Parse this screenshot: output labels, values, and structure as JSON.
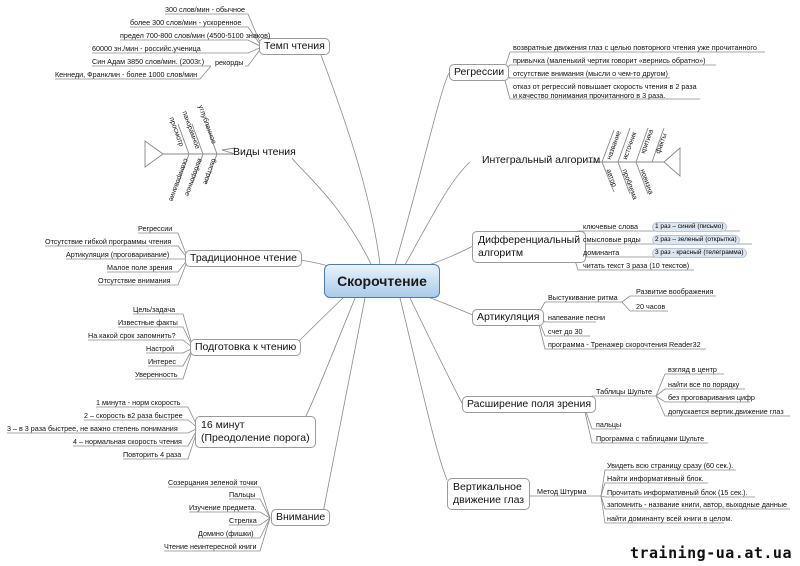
{
  "center": "Скорочтение",
  "watermark": "training-ua.at.ua",
  "left": {
    "temp": {
      "title": "Темп чтения",
      "items": [
        "300 слов/мин - обычное",
        "более 300 слов/мин - ускоренное",
        "предел 700-800 слов/мин (4500-5100 знаков)",
        "60000 зн./мин - российс.учен­ица",
        "Син Адам 3850 слов/мин. (2003г.)",
        "Кеннеди, Франклин - более 1000 слов/мин"
      ],
      "records": "рекорды"
    },
    "vidy": {
      "title": "Виды чтения",
      "upper": [
        "углубленное",
        "панорамное",
        "просмотр"
      ],
      "lower": [
        "быстрое",
        "выборочное",
        "сканирование"
      ]
    },
    "trad": {
      "title": "Традиционное чтение",
      "items": [
        "Регрессии",
        "Отсутствие гибкой программы чтения",
        "Артикуляция (проговаривание)",
        "Малое поле зрения",
        "Отсутствие внимания"
      ]
    },
    "podg": {
      "title": "Подготовка к чтению",
      "items": [
        "Цель/задача",
        "Известные факты",
        "На какой срок запомнить?",
        "Настрой",
        "Интерес",
        "Уверенность"
      ]
    },
    "min16": {
      "title1": "16 минут",
      "title2": "(Преодоление порога)",
      "items": [
        "1 минута - норм скорость",
        "2 – скорость в2 раза быстрее",
        "3 – в 3 раза быстрее, не важно степень понимания",
        "4 – нормальная скорость чтения",
        "Повторить 4 раза"
      ]
    },
    "vnim": {
      "title": "Внимание",
      "items": [
        "Созерцания зеленой точки",
        "Пальцы",
        "Изучение предмета.",
        "Стрелка",
        "Домино (фишки)",
        "Чтение неинтересной книги"
      ]
    }
  },
  "right": {
    "regr": {
      "title": "Регрессии",
      "items": [
        "возвратные движения глаз с целью повторного чтения уже прочитанного",
        "привычка (маленький чертик говорит «вернись обратно»)",
        "отсутствие внимания (мысли о чем-то другом)",
        "отказ от регрессий повышает скорость чтения в 2 раза",
        "и качество понимания прочитанного в 3 раза."
      ]
    },
    "integr": {
      "title": "Интегральный алгоритм",
      "upper": [
        "название",
        "источник",
        "критика",
        "факты"
      ],
      "lower": [
        "автор",
        "проблема",
        "новизна"
      ]
    },
    "diff": {
      "title1": "Дифференциальный",
      "title2": "алгоритм",
      "rows": [
        {
          "label": "ключевые слова",
          "note": "1 раз – синий  (письмо)"
        },
        {
          "label": "смысловые ряды",
          "note": "2 раз – зеленый (открытка)"
        },
        {
          "label": "доминанта",
          "note": "3 раз - красный (телеграмма)"
        },
        {
          "label": "читать текст 3 раза (10 текстов)",
          "note": ""
        }
      ]
    },
    "artik": {
      "title": "Артикуляция",
      "rhythm": "Выстукивание ритма",
      "rhythmItems": [
        "Развитие воображения",
        "20 часов"
      ],
      "items": [
        "напевание песни",
        "счет до 30",
        "программа - Тренажер скорочтения Reader32"
      ]
    },
    "pole": {
      "title": "Расширение поля зрения",
      "schulte": "Таблицы Шульте",
      "schulteItems": [
        "взгляд в центр",
        "найти все по порядку",
        "без проговаривания цифр",
        "допускается вертик.движение глаз"
      ],
      "items": [
        "пальцы",
        "Программа с таблицами Шульте"
      ]
    },
    "vert": {
      "title1": "Вертикальное",
      "title2": "движение глаз",
      "method": "Метод Штурма",
      "items": [
        "Увидеть всю страницу сразу (60 сек.).",
        "Найти информативный блок.",
        "Прочитать информативный блок (15 сек.).",
        "запомнить - название книги, автор, выходные данные",
        "найти доминанту всей книги в целом."
      ]
    }
  }
}
